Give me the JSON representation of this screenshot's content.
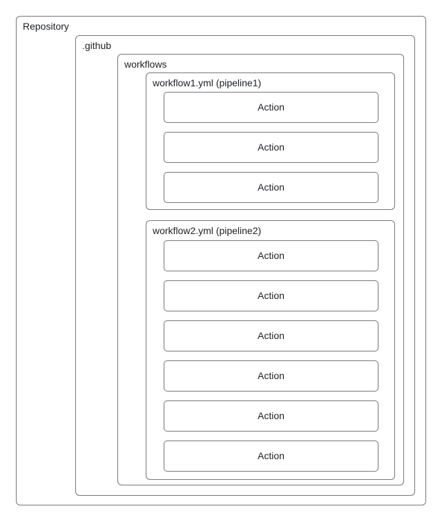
{
  "diagram": {
    "repository_label": "Repository",
    "github_label": ".github",
    "workflows_label": "workflows",
    "workflows": [
      {
        "label": "workflow1.yml (pipeline1)",
        "actions": [
          "Action",
          "Action",
          "Action"
        ]
      },
      {
        "label": "workflow2.yml (pipeline2)",
        "actions": [
          "Action",
          "Action",
          "Action",
          "Action",
          "Action",
          "Action"
        ]
      }
    ]
  },
  "colors": {
    "border": "#767676",
    "text": "#1d1f23",
    "background": "#ffffff"
  }
}
